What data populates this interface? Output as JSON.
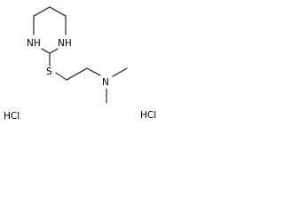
{
  "molecule": {
    "atoms": {
      "nh_left": "NH",
      "nh_right": "NH",
      "sulfur": "S",
      "nitrogen": "N"
    },
    "salts": {
      "left": "HCl",
      "right": "HCl"
    },
    "colors": {
      "bond": "#3a3a3a",
      "label": "#000000",
      "background": "#ffffff"
    }
  }
}
